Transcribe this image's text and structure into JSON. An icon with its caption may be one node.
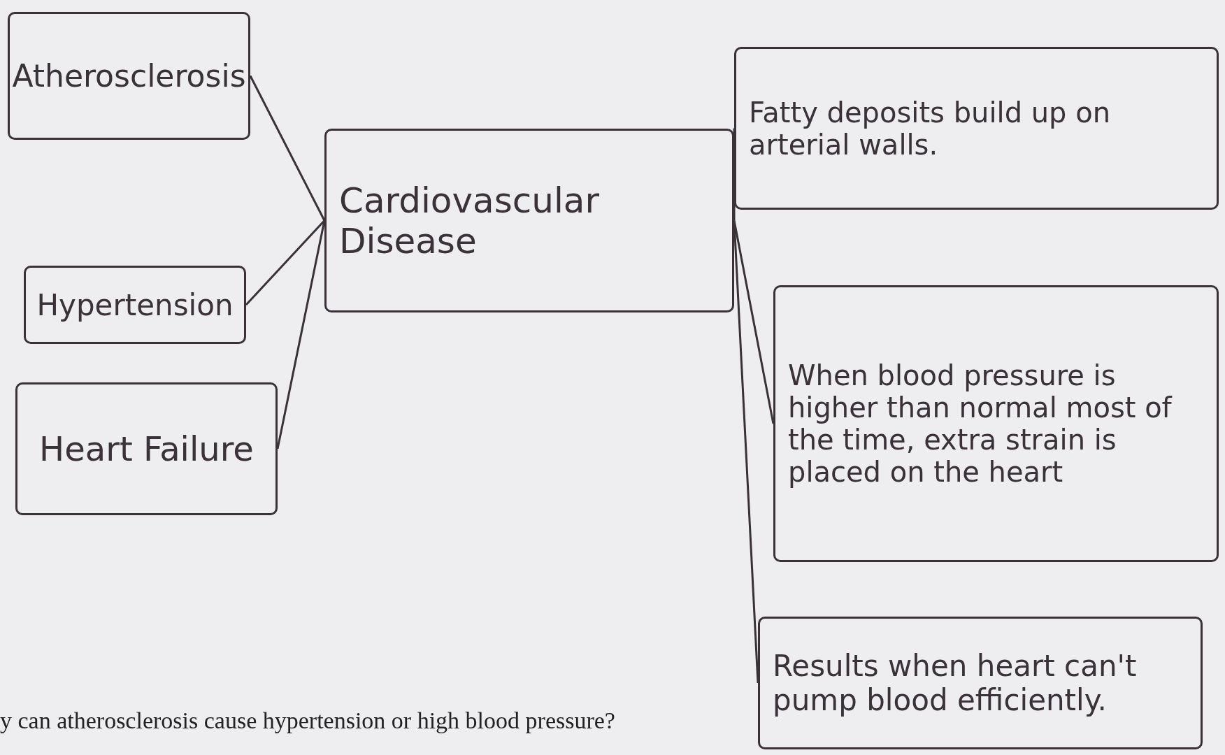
{
  "diagram": {
    "nodes": [
      {
        "text": [
          "Atherosclerosis"
        ]
      },
      {
        "text": [
          "Hypertension"
        ]
      },
      {
        "text": [
          "Heart Failure"
        ]
      },
      {
        "text": [
          "Cardiovascular Disease"
        ]
      },
      {
        "text": [
          "Fatty deposits build up on arterial walls."
        ]
      },
      {
        "text": [
          "When blood pressure is higher than normal most of the time, extra strain is placed on the heart"
        ]
      },
      {
        "text": [
          "Results when heart can't pump blood efficiently."
        ]
      }
    ],
    "edges": [
      {
        "from": 0,
        "to": 3,
        "arrow": "none"
      },
      {
        "from": 1,
        "to": 3,
        "arrow": "none"
      },
      {
        "from": 2,
        "to": 3,
        "arrow": "none"
      },
      {
        "from": 3,
        "to": 4,
        "arrow": "none"
      },
      {
        "from": 3,
        "to": 5,
        "arrow": "none"
      },
      {
        "from": 3,
        "to": 6,
        "arrow": "none"
      }
    ],
    "labels": [
      "y can atherosclerosis cause hypertension or high blood pressure?"
    ]
  }
}
